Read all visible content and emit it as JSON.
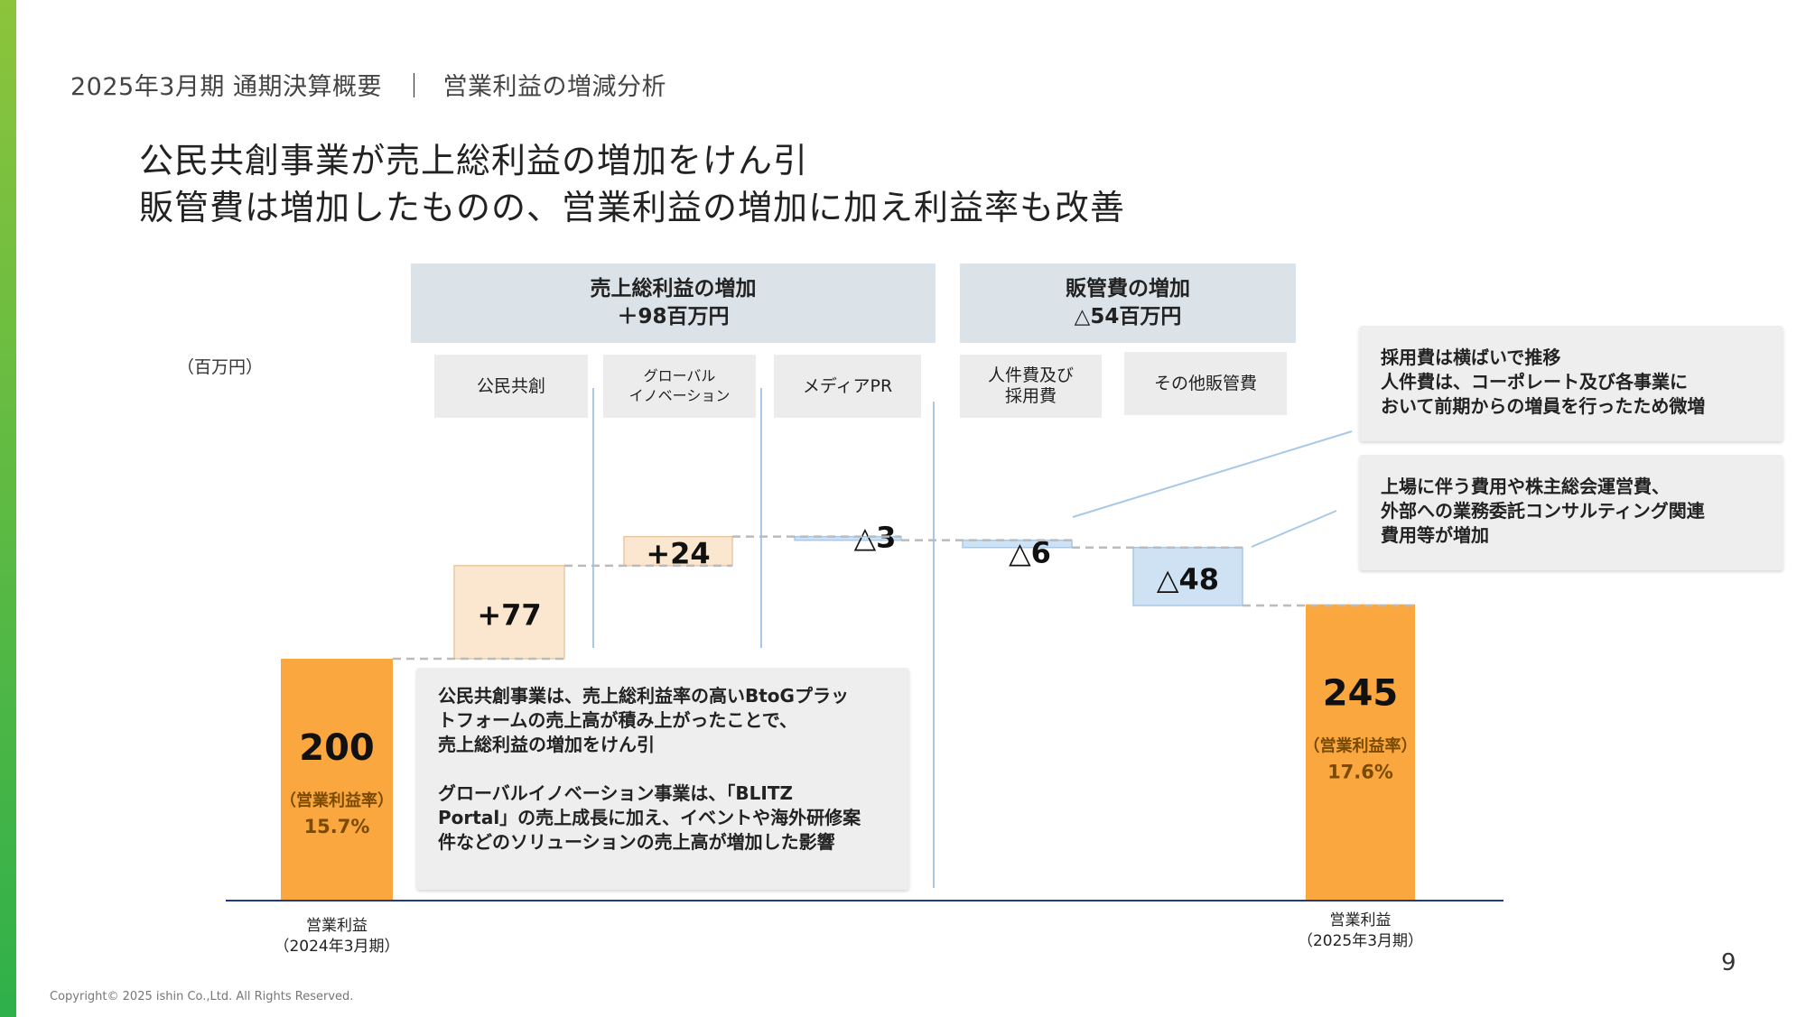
{
  "header": {
    "period": "2025年3月期 通期決算概要",
    "separator": "｜",
    "section": "営業利益の増減分析"
  },
  "headline": {
    "line1": "公民共創事業が売上総利益の増加をけん引",
    "line2": "販管費は増加したものの、営業利益の増加に加え利益率も改善"
  },
  "groups": {
    "gross_profit": {
      "title": "売上総利益の増加",
      "amount": "＋98百万円"
    },
    "sga": {
      "title": "販管費の増加",
      "amount": "△54百万円"
    }
  },
  "categories": {
    "kouminkyousou": "公民共創",
    "global_line1": "グローバル",
    "global_line2": "イノベーション",
    "media_pr": "メディアPR",
    "personnel_line1": "人件費及び",
    "personnel_line2": "採用費",
    "other_sga": "その他販管費"
  },
  "unit": "（百万円）",
  "chart_data": {
    "type": "bar",
    "subtype": "waterfall",
    "steps": [
      {
        "key": "start",
        "label": "200",
        "delta": 200,
        "kind": "total",
        "rate_label": "（営業利益率）",
        "rate": "15.7%"
      },
      {
        "key": "kouminkyousou",
        "label": "+77",
        "delta": 77,
        "kind": "increase"
      },
      {
        "key": "global",
        "label": "+24",
        "delta": 24,
        "kind": "increase"
      },
      {
        "key": "media_pr",
        "label": "△3",
        "delta": -3,
        "kind": "decrease"
      },
      {
        "key": "personnel",
        "label": "△6",
        "delta": -6,
        "kind": "decrease"
      },
      {
        "key": "other_sga",
        "label": "△48",
        "delta": -48,
        "kind": "decrease"
      },
      {
        "key": "end",
        "label": "245",
        "delta": 245,
        "kind": "total",
        "rate_label": "（営業利益率）",
        "rate": "17.6%"
      }
    ],
    "x_labels": {
      "start": [
        "営業利益",
        "（2024年3月期）"
      ],
      "end": [
        "営業利益",
        "（2025年3月期）"
      ]
    },
    "colors": {
      "total": "#f9a73e",
      "increase": "#fbe6cf",
      "increase_border": "#e9c9a3",
      "decrease": "#cfe2f4",
      "decrease_border": "#a9c8e6",
      "baseline": "#1f3a8a",
      "connector": "#bbbbbb",
      "divider": "#a9c8e6"
    }
  },
  "notes": {
    "left": {
      "p1_l1": "公民共創事業は、売上総利益率の高いBtoGプラッ",
      "p1_l2": "トフォームの売上高が積み上がったことで、",
      "p1_l3": "売上総利益の増加をけん引",
      "p2_l1": "グローバルイノベーション事業は、「BLITZ",
      "p2_l2": "Portal」の売上成長に加え、イベントや海外研修案",
      "p2_l3": "件などのソリューションの売上高が増加した影響"
    },
    "right_top": {
      "l1": "採用費は横ばいで推移",
      "l2": "人件費は、コーポレート及び各事業に",
      "l3": "おいて前期からの増員を行ったため微増"
    },
    "right_bottom": {
      "l1": "上場に伴う費用や株主総会運営費、",
      "l2": "外部への業務委託コンサルティング関連",
      "l3": "費用等が増加"
    }
  },
  "footer": {
    "copyright": "Copyright© 2025 ishin Co.,Ltd. All Rights Reserved.",
    "page": "9"
  }
}
